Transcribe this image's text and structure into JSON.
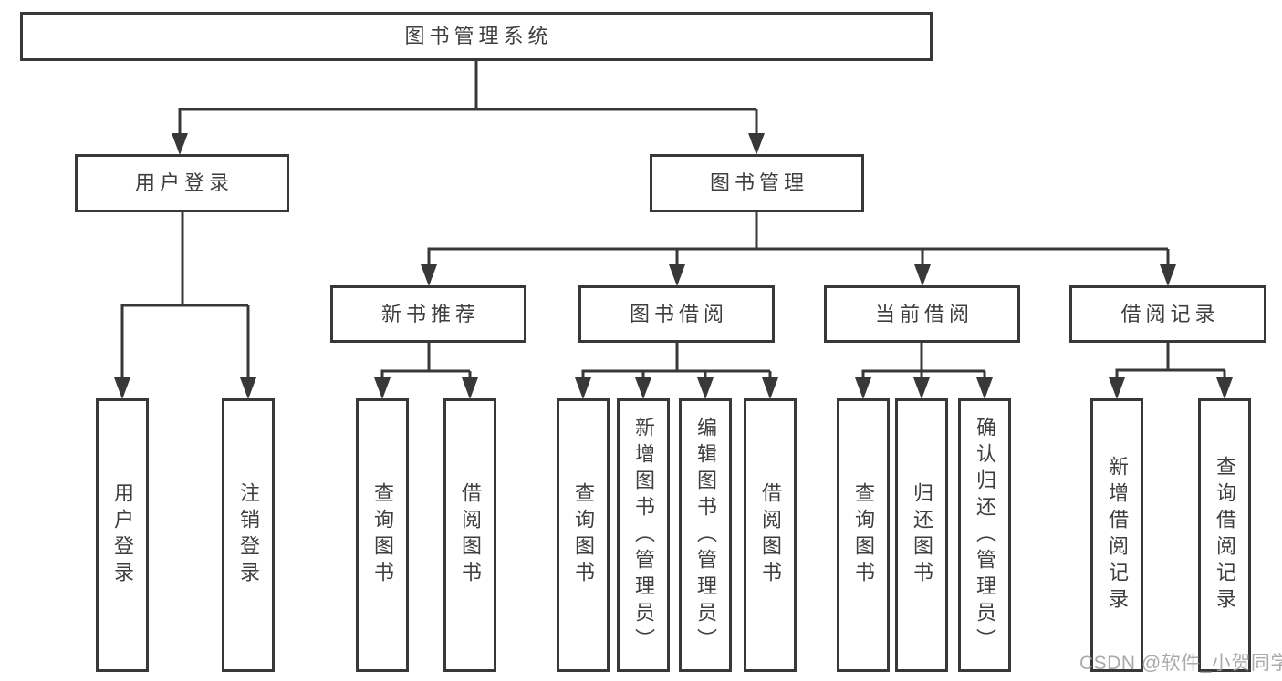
{
  "colors": {
    "line": "#383838",
    "box_border": "#383838",
    "box_fill": "#ffffff",
    "text": "#3e3e3e",
    "watermark_text": "#9f9f9f",
    "background": "#ffffff"
  },
  "watermark": {
    "text": "CSDN @软件_小贺同学"
  },
  "nodes": {
    "root": {
      "label": "图书管理系统"
    },
    "login": {
      "label": "用户登录"
    },
    "mgmt": {
      "label": "图书管理"
    },
    "rec": {
      "label": "新书推荐"
    },
    "borrow": {
      "label": "图书借阅"
    },
    "current": {
      "label": "当前借阅"
    },
    "records": {
      "label": "借阅记录"
    },
    "leaves": {
      "login_user": {
        "label": "用户登录"
      },
      "login_logout": {
        "label": "注销登录"
      },
      "rec_query": {
        "label": "查询图书"
      },
      "rec_borrow": {
        "label": "借阅图书"
      },
      "borrow_query": {
        "label": "查询图书"
      },
      "borrow_add": {
        "label": "新增图书（管理员）"
      },
      "borrow_edit": {
        "label": "编辑图书（管理员）"
      },
      "borrow_borrow": {
        "label": "借阅图书"
      },
      "current_query": {
        "label": "查询图书"
      },
      "current_return": {
        "label": "归还图书"
      },
      "current_confirm": {
        "label": "确认归还（管理员）"
      },
      "records_add": {
        "label": "新增借阅记录"
      },
      "records_query": {
        "label": "查询借阅记录"
      }
    }
  }
}
